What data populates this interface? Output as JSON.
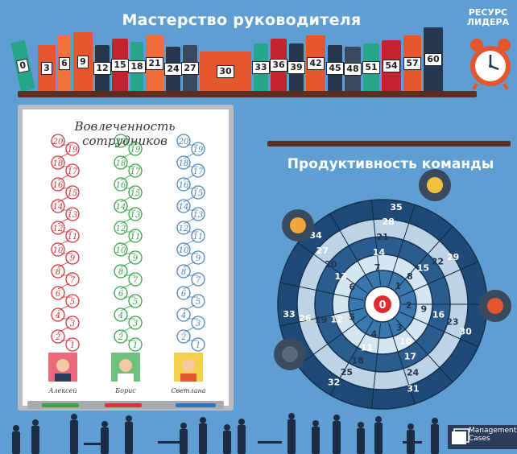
{
  "header": {
    "title": "Мастерство руководителя",
    "resource_line1": "РЕСУРС",
    "resource_line2": "ЛИДЕРА"
  },
  "shelf": {
    "books": [
      {
        "label": "0",
        "color": "#26a58a"
      },
      {
        "label": "3",
        "color": "#e5562e"
      },
      {
        "label": "6",
        "color": "#f3703a"
      },
      {
        "label": "9",
        "color": "#e5562e"
      },
      {
        "label": "12",
        "color": "#26364f"
      },
      {
        "label": "15",
        "color": "#c4252d"
      },
      {
        "label": "18",
        "color": "#26a58a"
      },
      {
        "label": "21",
        "color": "#f26b3a"
      },
      {
        "label": "24",
        "color": "#26364f"
      },
      {
        "label": "27",
        "color": "#3a4960"
      },
      {
        "label": "30",
        "color": "#e5562e"
      },
      {
        "label": "33",
        "color": "#26a58a"
      },
      {
        "label": "36",
        "color": "#c4252d"
      },
      {
        "label": "39",
        "color": "#26364f"
      },
      {
        "label": "42",
        "color": "#e5562e"
      },
      {
        "label": "45",
        "color": "#26364f"
      },
      {
        "label": "48",
        "color": "#3a4960"
      },
      {
        "label": "51",
        "color": "#26a58a"
      },
      {
        "label": "54",
        "color": "#c4252d"
      },
      {
        "label": "57",
        "color": "#e5562e"
      },
      {
        "label": "60",
        "color": "#26364f"
      }
    ]
  },
  "engagement": {
    "title_line1": "Вовлеченность",
    "title_line2": "сотрудников",
    "columns": [
      {
        "name": "Алексей",
        "color": "#d8343a"
      },
      {
        "name": "Борис",
        "color": "#3aa548"
      },
      {
        "name": "Светлана",
        "color": "#4f86bf"
      }
    ],
    "levels": [
      "1",
      "2",
      "3",
      "4",
      "5",
      "6",
      "7",
      "8",
      "9",
      "10",
      "11",
      "12",
      "13",
      "14",
      "15",
      "16",
      "17",
      "18",
      "19",
      "20"
    ]
  },
  "productivity": {
    "title": "Продуктивность команды",
    "center_label": "0",
    "spiral_labels": [
      "1",
      "2",
      "3",
      "4",
      "5",
      "6",
      "7",
      "8",
      "9",
      "10",
      "11",
      "12",
      "13",
      "14",
      "15",
      "16",
      "17",
      "18",
      "19",
      "20",
      "21",
      "22",
      "23",
      "24",
      "25",
      "26",
      "27",
      "28",
      "29",
      "30",
      "31",
      "32",
      "33",
      "34",
      "35"
    ]
  },
  "logo": {
    "line1": "Management",
    "line2": "Cases"
  }
}
